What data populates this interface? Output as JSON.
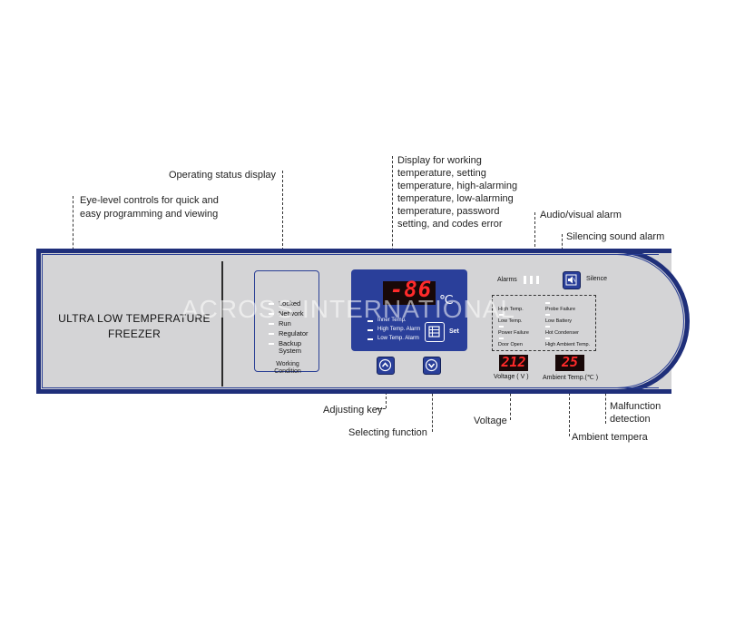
{
  "callouts": {
    "operating_status": "Operating status display",
    "eye_level": [
      "Eye-level controls for quick and",
      "easy programming and viewing"
    ],
    "display_desc": [
      "Display for working",
      "temperature, setting",
      "temperature, high-alarming",
      "temperature, low-alarming",
      "temperature, password",
      "setting, and codes error"
    ],
    "audio_visual": "Audio/visual alarm",
    "silencing": "Silencing sound alarm",
    "adjusting_key": "Adjusting key",
    "selecting_function": "Selecting function",
    "voltage": "Voltage",
    "malfunction": [
      "Malfunction",
      "detection"
    ],
    "ambient": "Ambient tempera"
  },
  "panel": {
    "title_line1": "ULTRA LOW TEMPERATURE",
    "title_line2": "FREEZER",
    "watermark": "ACROSS INTERNATIONAL"
  },
  "working_condition": {
    "items": [
      "Locked",
      "Network",
      "Run",
      "Regulator",
      "Backup System"
    ],
    "footer": [
      "Working",
      "Condition"
    ]
  },
  "main_display": {
    "value": "-86",
    "unit": "℃",
    "indicators": [
      "Inner Temp.",
      "High Temp. Alarm",
      "Low Temp. Alarm"
    ],
    "set_label": "Set"
  },
  "alarm": {
    "label": "Alarms",
    "silence_label": "Silence"
  },
  "malfunctions": {
    "left": [
      "High Temp.",
      "Low Temp.",
      "Power Failure",
      "Door Open"
    ],
    "right": [
      "Probe Failure",
      "Low Battery",
      "Hot Condenser",
      "High Ambient Temp."
    ]
  },
  "voltage_display": {
    "value": "212",
    "label": "Voltage ( V )"
  },
  "ambient_display": {
    "value": "25",
    "label": "Ambient Temp.(℃ )"
  },
  "colors": {
    "panel_border": "#1f2f7a",
    "display_blue": "#2a3f9a",
    "panel_bg": "#d4d4d6",
    "led_red": "#ff2a2a"
  }
}
